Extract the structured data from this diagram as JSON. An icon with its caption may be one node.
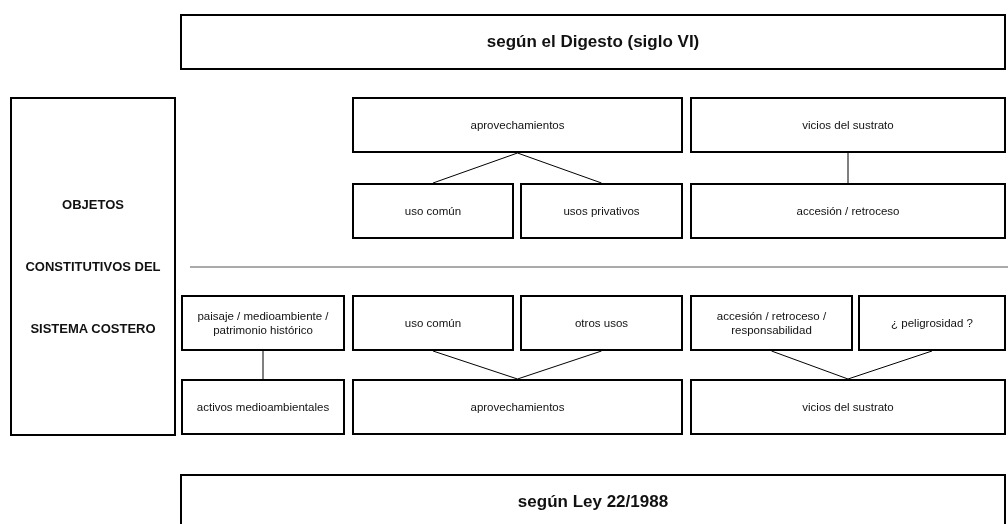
{
  "diagram": {
    "nodes": [
      {
        "text": [
          "según el Digesto (siglo VI)"
        ]
      },
      {
        "text": [
          "OBJETOS CONSTITUTIVOS DEL SISTEMA COSTERO"
        ]
      },
      {
        "text": [
          "aprovechamientos"
        ]
      },
      {
        "text": [
          "vicios del sustrato"
        ]
      },
      {
        "text": [
          "uso común"
        ]
      },
      {
        "text": [
          "usos privativos"
        ]
      },
      {
        "text": [
          "accesión / retroceso"
        ]
      },
      {
        "text": [
          "paisaje / medioambiente / patrimonio histórico"
        ]
      },
      {
        "text": [
          "uso común"
        ]
      },
      {
        "text": [
          "otros usos"
        ]
      },
      {
        "text": [
          "accesión / retroceso / responsabilidad"
        ]
      },
      {
        "text": [
          "¿ peligrosidad ?"
        ]
      },
      {
        "text": [
          "activos medioambientales"
        ]
      },
      {
        "text": [
          "aprovechamientos"
        ]
      },
      {
        "text": [
          "vicios del sustrato"
        ]
      },
      {
        "text": [
          "según Ley 22/1988"
        ]
      }
    ],
    "edges": [
      {
        "from": 2,
        "to": 4,
        "arrow": "none"
      },
      {
        "from": 2,
        "to": 5,
        "arrow": "none"
      },
      {
        "from": 3,
        "to": 6,
        "arrow": "none"
      },
      {
        "from": 7,
        "to": 12,
        "arrow": "none"
      },
      {
        "from": 8,
        "to": 13,
        "arrow": "none"
      },
      {
        "from": 9,
        "to": 13,
        "arrow": "none"
      },
      {
        "from": 10,
        "to": 14,
        "arrow": "none"
      },
      {
        "from": 11,
        "to": 14,
        "arrow": "none"
      }
    ]
  }
}
